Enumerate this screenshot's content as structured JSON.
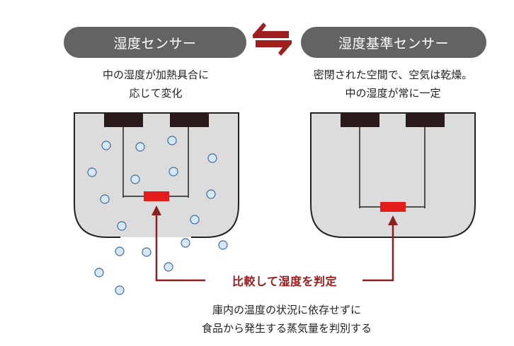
{
  "left_sensor": {
    "title": "湿度センサー",
    "desc_line1": "中の湿度が加熱具合に",
    "desc_line2": "応じて変化"
  },
  "right_sensor": {
    "title": "湿度基準センサー",
    "desc_line1": "密閉された空間で、空気は乾燥。",
    "desc_line2": "中の湿度が常に一定"
  },
  "comparison": {
    "label": "比較して湿度を判定",
    "line1": "庫内の温度の状況に依存せずに",
    "line2": "食品から発生する蒸気量を判別する"
  },
  "colors": {
    "pill": "#636363",
    "housing_fill": "#dcdcdc",
    "sensor_element": "#e41c1c",
    "arrow": "#8b2020",
    "bubble_fill": "#d6e8f6",
    "bubble_stroke": "#3c6b99"
  },
  "icons": [
    "exchange-arrows-icon"
  ]
}
